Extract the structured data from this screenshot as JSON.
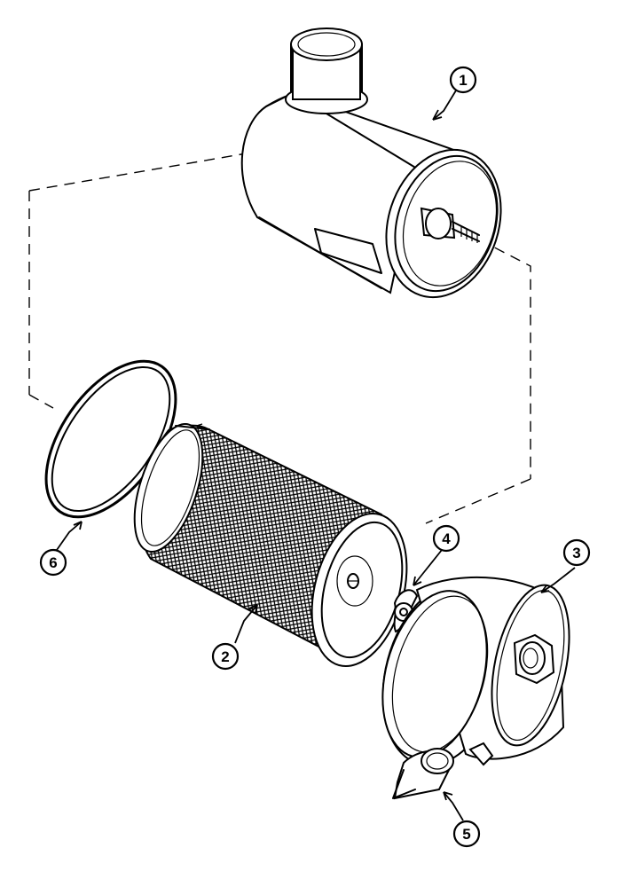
{
  "callouts": [
    {
      "label": "1",
      "part": "air-cleaner-housing"
    },
    {
      "label": "2",
      "part": "filter-element"
    },
    {
      "label": "3",
      "part": "end-cover"
    },
    {
      "label": "4",
      "part": "wing-nut"
    },
    {
      "label": "5",
      "part": "dust-valve"
    },
    {
      "label": "6",
      "part": "seal-ring"
    }
  ]
}
